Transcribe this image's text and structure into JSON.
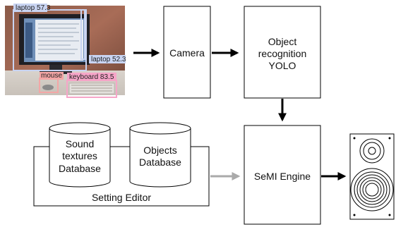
{
  "photo": {
    "detections": [
      {
        "label": "laptop 57.3",
        "color": "#c9d4f2"
      },
      {
        "label": "laptop 52.3",
        "color": "#c9d4f2"
      },
      {
        "label": "mouse",
        "color": "#f4a6a6"
      },
      {
        "label": "keyboard 83.5",
        "color": "#f6a5c8"
      }
    ]
  },
  "blocks": {
    "camera": "Camera",
    "recognition": [
      "Object",
      "recognition",
      "YOLO"
    ],
    "semi_engine": "SeMI Engine",
    "setting_editor": "Setting Editor"
  },
  "databases": {
    "sound": [
      "Sound",
      "textures",
      "Database"
    ],
    "objects": [
      "Objects",
      "Database"
    ]
  },
  "colors": {
    "arrow": "#000000",
    "arrow_gray": "#aaaaaa",
    "stroke": "#000000"
  },
  "icons": [
    "speaker-icon"
  ]
}
